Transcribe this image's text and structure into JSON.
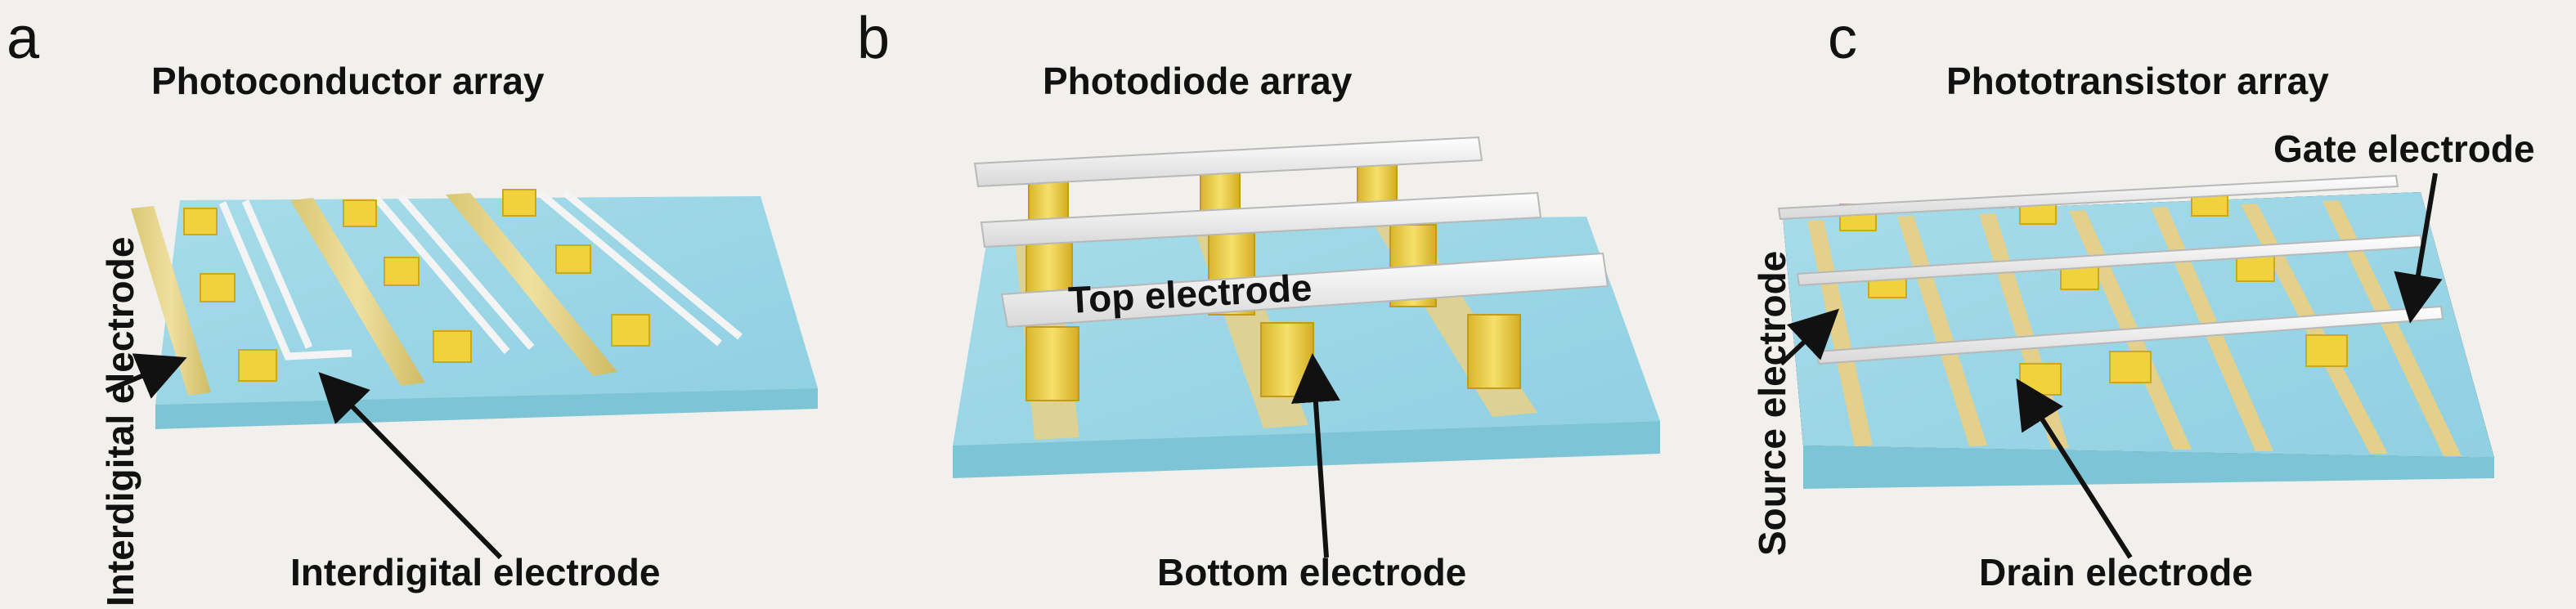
{
  "panels": [
    {
      "letter": "a",
      "title": "Photoconductor array",
      "labels": {
        "vertical": "Interdigital electrode",
        "bottom": "Interdigital electrode"
      }
    },
    {
      "letter": "b",
      "title": "Photodiode array",
      "labels": {
        "top": "Top electrode",
        "bottom": "Bottom electrode"
      }
    },
    {
      "letter": "c",
      "title": "Phototransistor array",
      "labels": {
        "gate": "Gate electrode",
        "source": "Source electrode",
        "drain": "Drain electrode"
      }
    }
  ],
  "colors": {
    "substrate_top": "#9fd8e6",
    "substrate_side": "#7cc4d6",
    "electrode_gold": "#e6d48a",
    "electrode_silver": "#f2f2f2",
    "pixel_yellow": "#f0d23c",
    "text": "#111111"
  }
}
